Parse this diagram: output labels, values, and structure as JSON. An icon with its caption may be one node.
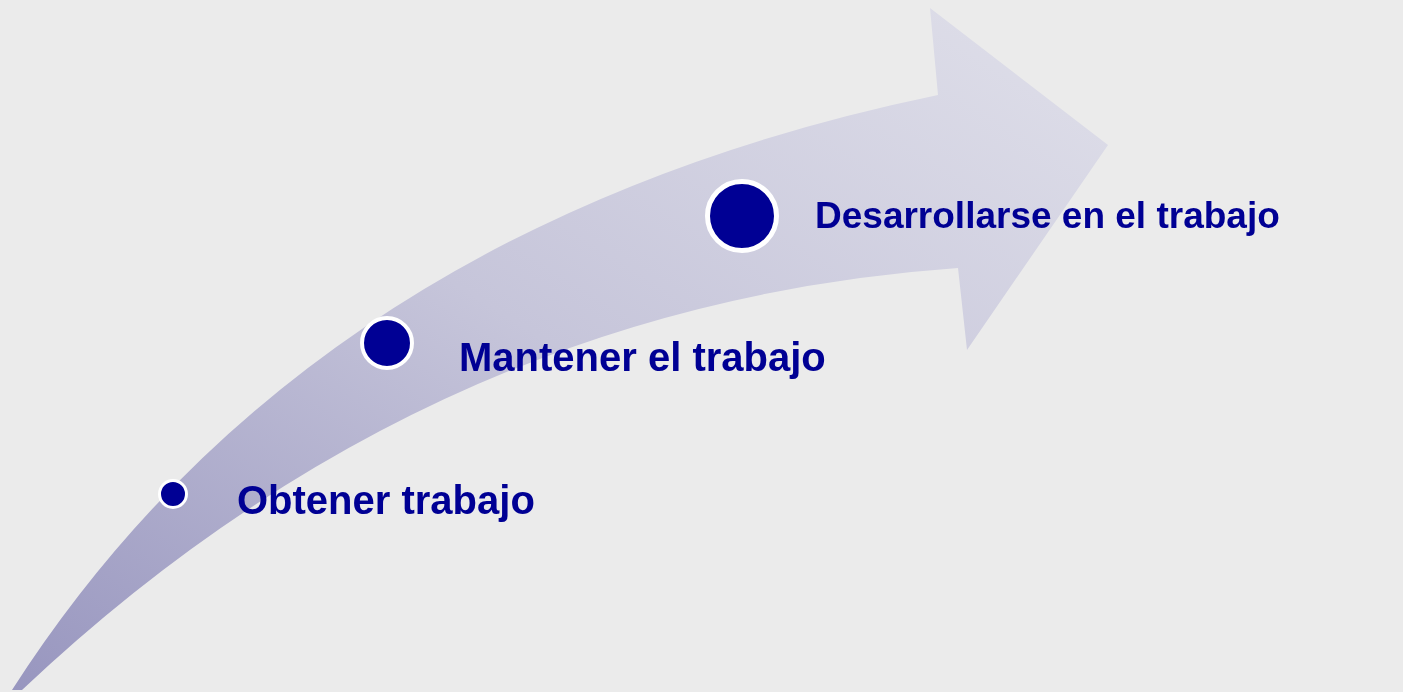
{
  "diagram": {
    "nodes": [
      {
        "text": [],
        "shape": "circle",
        "beside": [
          "Obtener trabajo"
        ]
      },
      {
        "text": [],
        "shape": "circle",
        "beside": [
          "Mantener el trabajo"
        ]
      },
      {
        "text": [],
        "shape": "circle",
        "beside": [
          "Desarrollarse en el trabajo"
        ]
      }
    ]
  }
}
